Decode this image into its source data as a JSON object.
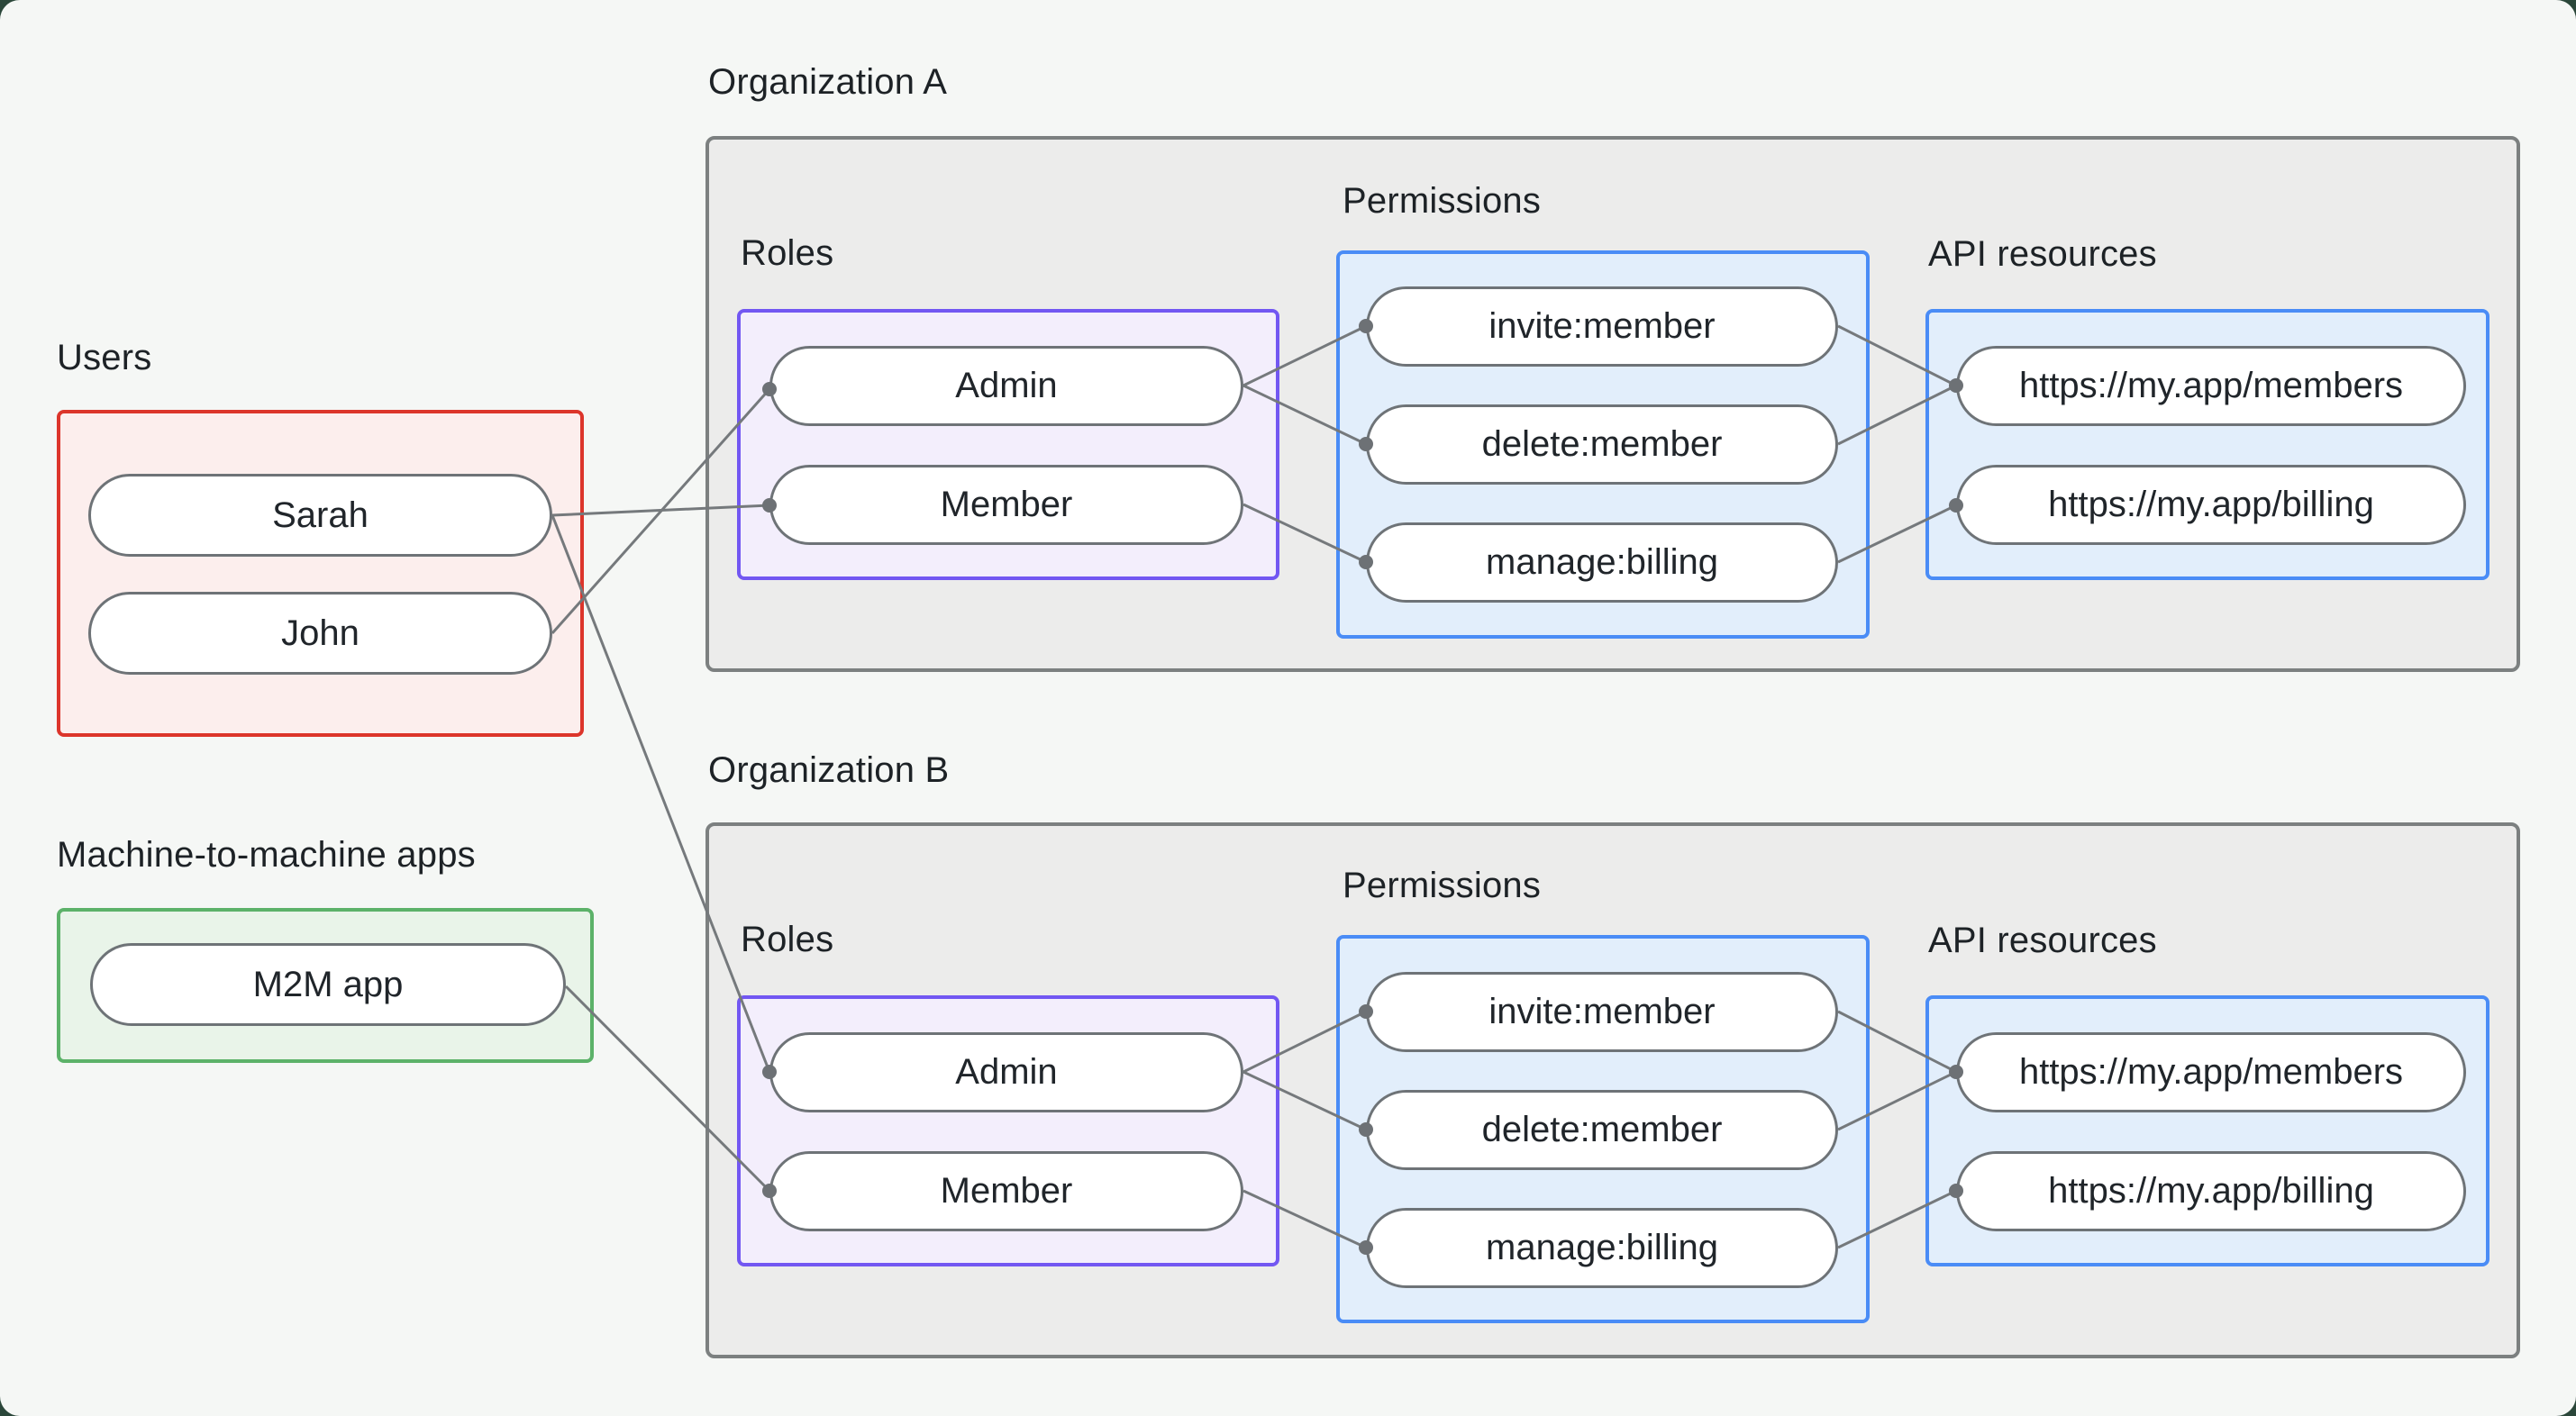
{
  "page": {
    "background": "#f5f7f5",
    "outer_corner_color": "#2b473a"
  },
  "users_section": {
    "label": "Users",
    "users": [
      "Sarah",
      "John"
    ]
  },
  "m2m_section": {
    "label": "Machine-to-machine apps",
    "apps": [
      "M2M app"
    ]
  },
  "organizations": [
    {
      "title": "Organization A",
      "roles_label": "Roles",
      "roles": [
        "Admin",
        "Member"
      ],
      "permissions_label": "Permissions",
      "permissions": [
        "invite:member",
        "delete:member",
        "manage:billing"
      ],
      "api_resources_label": "API resources",
      "api_resources": [
        "https://my.app/members",
        "https://my.app/billing"
      ]
    },
    {
      "title": "Organization B",
      "roles_label": "Roles",
      "roles": [
        "Admin",
        "Member"
      ],
      "permissions_label": "Permissions",
      "permissions": [
        "invite:member",
        "delete:member",
        "manage:billing"
      ],
      "api_resources_label": "API resources",
      "api_resources": [
        "https://my.app/members",
        "https://my.app/billing"
      ]
    }
  ],
  "connections": [
    {
      "from": "Sarah",
      "to": "Organization A / Member"
    },
    {
      "from": "Sarah",
      "to": "Organization B / Admin"
    },
    {
      "from": "John",
      "to": "Organization A / Admin"
    },
    {
      "from": "M2M app",
      "to": "Organization B / Member"
    },
    {
      "from": "Organization A / Admin",
      "to": "Organization A / invite:member"
    },
    {
      "from": "Organization A / Admin",
      "to": "Organization A / delete:member"
    },
    {
      "from": "Organization A / Member",
      "to": "Organization A / manage:billing"
    },
    {
      "from": "Organization A / invite:member",
      "to": "Organization A / https://my.app/members"
    },
    {
      "from": "Organization A / delete:member",
      "to": "Organization A / https://my.app/members"
    },
    {
      "from": "Organization A / manage:billing",
      "to": "Organization A / https://my.app/billing"
    },
    {
      "from": "Organization B / Admin",
      "to": "Organization B / invite:member"
    },
    {
      "from": "Organization B / Admin",
      "to": "Organization B / delete:member"
    },
    {
      "from": "Organization B / Member",
      "to": "Organization B / manage:billing"
    },
    {
      "from": "Organization B / invite:member",
      "to": "Organization B / https://my.app/members"
    },
    {
      "from": "Organization B / delete:member",
      "to": "Organization B / https://my.app/members"
    },
    {
      "from": "Organization B / manage:billing",
      "to": "Organization B / https://my.app/billing"
    }
  ],
  "colors": {
    "users_border": "#dc352b",
    "users_fill": "#fceeed",
    "m2m_border": "#5cb269",
    "m2m_fill": "#e9f4e9",
    "roles_border": "#7257f2",
    "roles_fill": "#f3eefc",
    "permissions_border": "#4a8cf6",
    "permissions_fill": "#e2eefb",
    "org_border": "#7c8080",
    "org_fill": "#ececeb",
    "edge_line": "#75797c",
    "text": "#1d2226"
  }
}
